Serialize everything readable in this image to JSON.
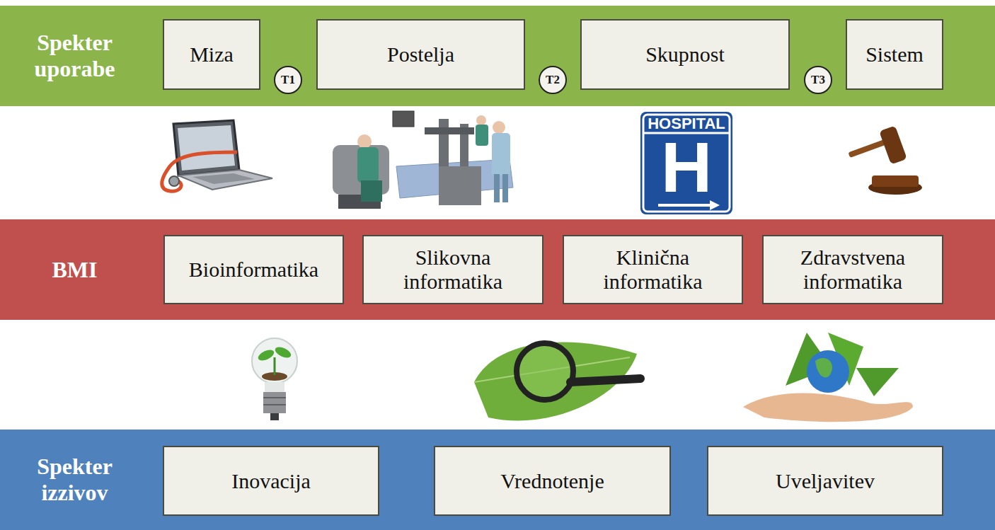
{
  "diagram": {
    "nodes": [
      {
        "text": [
          "Spekter uporabe"
        ]
      },
      {
        "text": [
          "Miza"
        ],
        "in": 0
      },
      {
        "text": [
          "Postelja"
        ],
        "in": 0
      },
      {
        "text": [
          "Skupnost"
        ],
        "in": 0
      },
      {
        "text": [
          "Sistem"
        ],
        "in": 0
      },
      {
        "text": [
          "T1"
        ],
        "in": 0
      },
      {
        "text": [
          "T2"
        ],
        "in": 0
      },
      {
        "text": [
          "T3"
        ],
        "in": 0
      },
      {
        "text": [
          "BMI"
        ]
      },
      {
        "text": [
          "Bioinformatika"
        ],
        "in": 8
      },
      {
        "text": [
          "Slikovna informatika"
        ],
        "in": 8
      },
      {
        "text": [
          "Klinična informatika"
        ],
        "in": 8
      },
      {
        "text": [
          "Zdravstvena informatika"
        ],
        "in": 8
      },
      {
        "text": [
          "Spekter izzivov"
        ]
      },
      {
        "text": [
          "Inovacija"
        ],
        "in": 13
      },
      {
        "text": [
          "Vrednotenje"
        ],
        "in": 13
      },
      {
        "text": [
          "Uveljavitev"
        ],
        "in": 13
      }
    ],
    "edges": [
      {
        "from": 1,
        "to": 2,
        "arrow": "both"
      },
      {
        "from": 2,
        "to": 3,
        "arrow": "both"
      },
      {
        "from": 3,
        "to": 4,
        "arrow": "both"
      },
      {
        "from": 14,
        "to": 15,
        "arrow": "to"
      },
      {
        "from": 15,
        "to": 16,
        "arrow": "to"
      }
    ],
    "labels": [
      "HOSPITAL",
      "H"
    ]
  }
}
